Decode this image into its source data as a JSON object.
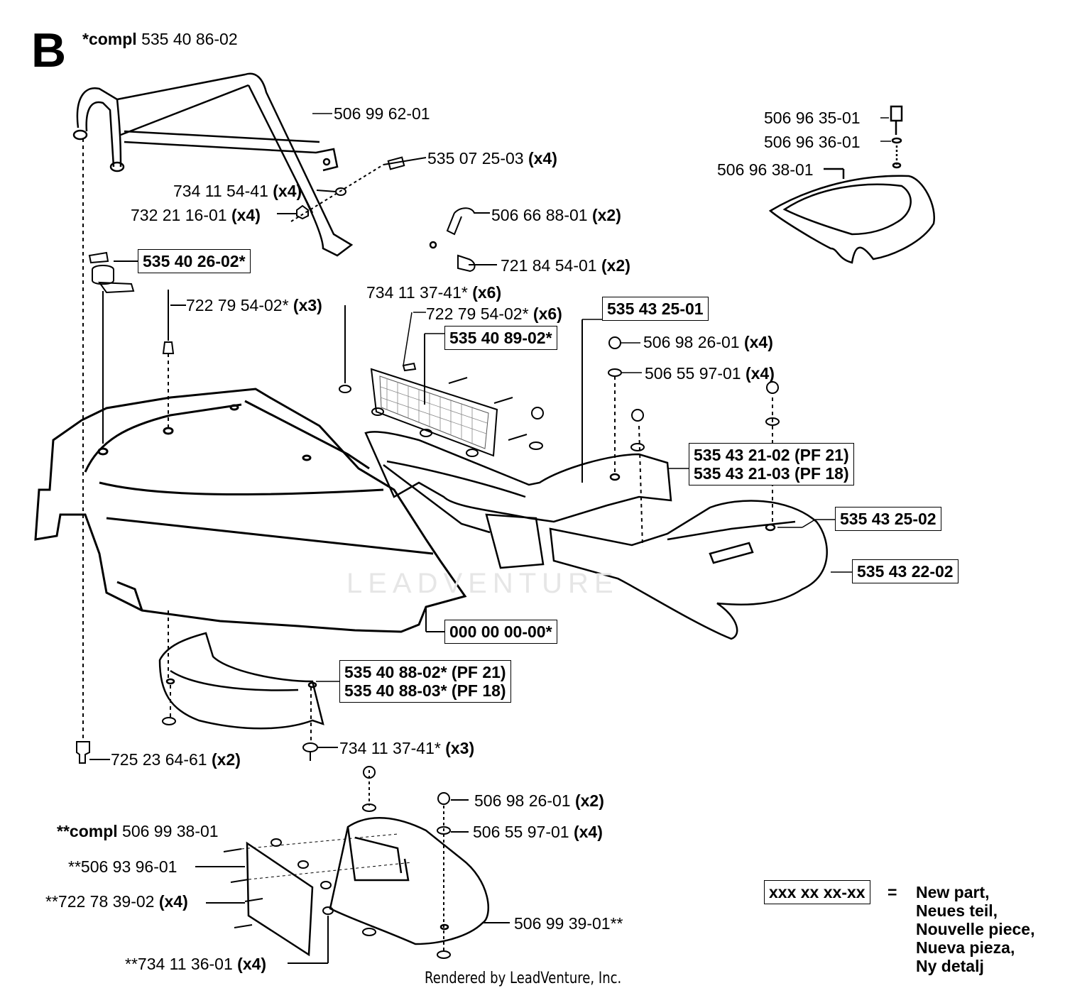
{
  "section_letter": "B",
  "compl_main": {
    "prefix": "*compl",
    "number": "535 40 86-02"
  },
  "compl_sub": {
    "prefix": "**compl",
    "number": "506 99 38-01"
  },
  "labels": {
    "p_506996201": "506 99 62-01",
    "p_535072503": "535 07 25-03",
    "p_535072503_q": "(x4)",
    "p_734115441": "734 11 54-41",
    "p_734115441_q": "(x4)",
    "p_732211601": "732 21 16-01",
    "p_732211601_q": "(x4)",
    "p_506668801": "506 66 88-01",
    "p_506668801_q": "(x2)",
    "p_721845401": "721 84 54-01",
    "p_721845401_q": "(x2)",
    "p_722795402a": "722 79 54-02*",
    "p_722795402a_q": "(x3)",
    "p_734113741a": "734 11 37-41*",
    "p_734113741a_q": "(x6)",
    "p_722795402b": "722 79 54-02*",
    "p_722795402b_q": "(x6)",
    "p_506982601a": "506 98 26-01",
    "p_506982601a_q": "(x4)",
    "p_506559701a": "506 55 97-01",
    "p_506559701a_q": "(x4)",
    "p_506963501": "506 96 35-01",
    "p_506963601": "506 96 36-01",
    "p_506963801": "506 96 38-01",
    "p_725236461": "725 23 64-61",
    "p_725236461_q": "(x2)",
    "p_734113741b": "734 11 37-41*",
    "p_734113741b_q": "(x3)",
    "p_506982601b": "506 98 26-01",
    "p_506982601b_q": "(x2)",
    "p_506559701b": "506 55 97-01",
    "p_506559701b_q": "(x4)",
    "p_506939601": "**506 93 96-01",
    "p_722783902": "**722 78 39-02",
    "p_722783902_q": "(x4)",
    "p_506993901": "506 99 39-01**",
    "p_734113601": "**734 11 36-01",
    "p_734113601_q": "(x4)"
  },
  "boxes": {
    "b_535402602": "535 40 26-02*",
    "b_535432501": "535 43 25-01",
    "b_535408902": "535 40 89-02*",
    "b_535432102": "535 43 21-02 (PF 21)",
    "b_535432103": "535 43 21-03 (PF 18)",
    "b_535432502": "535 43 25-02",
    "b_535432202": "535 43 22-02",
    "b_000000000": "000 00 00-00*",
    "b_535408802": "535 40 88-02* (PF 21)",
    "b_535408803": "535 40 88-03* (PF 18)"
  },
  "legend": {
    "sample": "xxx xx xx-xx",
    "equals": "=",
    "lines": [
      "New part,",
      "Neues teil,",
      "Nouvelle piece,",
      "Nueva pieza,",
      "Ny detalj"
    ]
  },
  "watermark": "LEADVENTURE",
  "credit": "Rendered by LeadVenture, Inc."
}
